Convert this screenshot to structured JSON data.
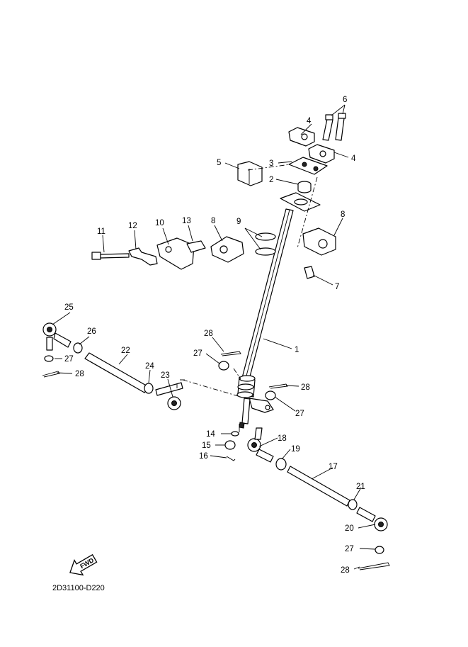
{
  "diagram_code": "2D31100-D220",
  "fwd_label": "FWD",
  "callouts": {
    "c1": "1",
    "c2": "2",
    "c3": "3",
    "c4a": "4",
    "c4b": "4",
    "c5": "5",
    "c6": "6",
    "c7": "7",
    "c8a": "8",
    "c8b": "8",
    "c9": "9",
    "c10": "10",
    "c11": "11",
    "c12": "12",
    "c13": "13",
    "c14": "14",
    "c15": "15",
    "c16": "16",
    "c17": "17",
    "c18": "18",
    "c19": "19",
    "c20": "20",
    "c21": "21",
    "c22": "22",
    "c23": "23",
    "c24": "24",
    "c25": "25",
    "c26": "26",
    "c27a": "27",
    "c27b": "27",
    "c27c": "27",
    "c27d": "27",
    "c28a": "28",
    "c28b": "28",
    "c28c": "28",
    "c28d": "28"
  }
}
